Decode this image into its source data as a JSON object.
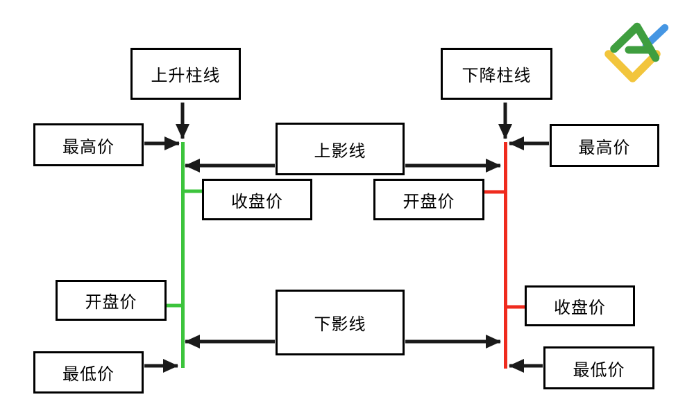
{
  "boxes": {
    "rising_bar": "上升柱线",
    "falling_bar": "下降柱线",
    "high_price_left": "最高价",
    "high_price_right": "最高价",
    "upper_shadow": "上影线",
    "lower_shadow": "下影线",
    "close_price_left": "收盘价",
    "open_price_left": "开盘价",
    "open_price_right": "开盘价",
    "close_price_right": "收盘价",
    "low_price_left": "最低价",
    "low_price_right": "最低价"
  },
  "colors": {
    "bullish_candle": "#3CC43C",
    "bearish_candle": "#EF2B1E",
    "arrow": "#1A1A1A",
    "box_border": "#000000",
    "background": "#FFFFFF",
    "logo_green": "#3F9E3F",
    "logo_blue": "#4596E3",
    "logo_yellow": "#F2C53C"
  }
}
